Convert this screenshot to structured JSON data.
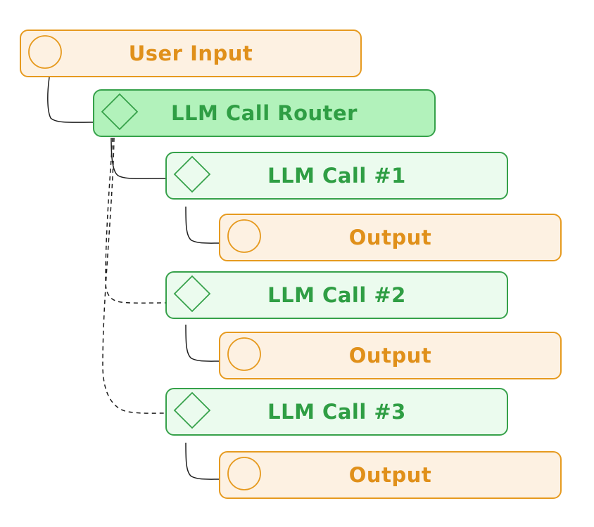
{
  "diagram": {
    "user_input": "User Input",
    "router": "LLM Call Router",
    "calls": [
      {
        "label": "LLM Call #1",
        "output": "Output"
      },
      {
        "label": "LLM Call #2",
        "output": "Output"
      },
      {
        "label": "LLM Call #3",
        "output": "Output"
      }
    ]
  },
  "colors": {
    "orange_stroke": "#e69a1f",
    "orange_fill": "#fdf1e2",
    "green_stroke": "#36a14a",
    "green_fill_strong": "#b2f2bb",
    "green_fill_light": "#ebfbee",
    "connector": "#1e1e1e"
  },
  "icons": {
    "orange_nodes": "circle-icon",
    "green_nodes": "diamond-icon"
  }
}
